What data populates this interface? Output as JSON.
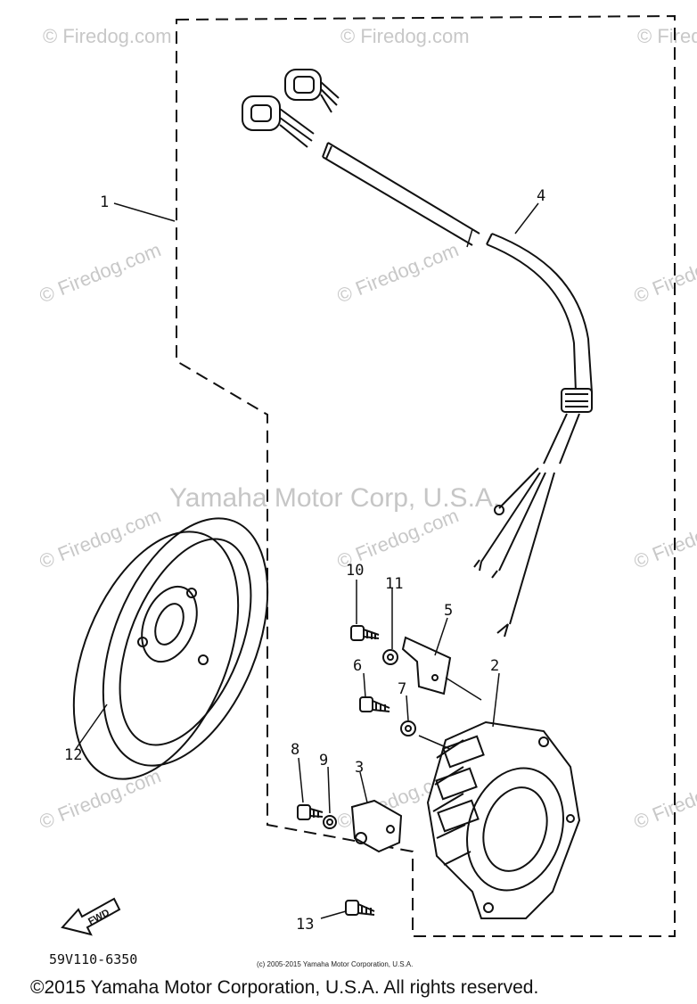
{
  "watermark": {
    "brand": "© Firedog.com",
    "center_text": "Yamaha Motor Corp, U.S.A."
  },
  "diagram": {
    "parts": [
      {
        "label": "1",
        "name": "pulser-coil-assembly"
      },
      {
        "label": "2",
        "name": "stator-assembly"
      },
      {
        "label": "3",
        "name": "holder"
      },
      {
        "label": "4",
        "name": "lead-wire-harness"
      },
      {
        "label": "5",
        "name": "clamp-plate"
      },
      {
        "label": "6",
        "name": "screw"
      },
      {
        "label": "7",
        "name": "washer"
      },
      {
        "label": "8",
        "name": "screw"
      },
      {
        "label": "9",
        "name": "washer"
      },
      {
        "label": "10",
        "name": "screw"
      },
      {
        "label": "11",
        "name": "washer"
      },
      {
        "label": "12",
        "name": "flywheel-rotor"
      },
      {
        "label": "13",
        "name": "bolt"
      }
    ],
    "fwd_label": "FWD",
    "diagram_code": "59V110-6350"
  },
  "footer": {
    "small_copyright": "(c) 2005-2015 Yamaha Motor Corporation, U.S.A.",
    "copyright": "©2015 Yamaha Motor Corporation, U.S.A. All rights reserved."
  }
}
